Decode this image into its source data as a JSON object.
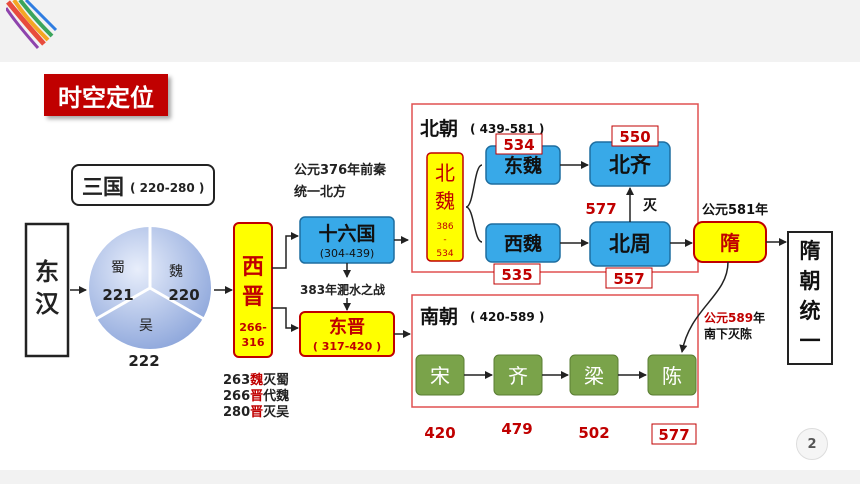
{
  "title": "时空定位",
  "page_number": "2",
  "colors": {
    "accent_red": "#c00000",
    "yellow": "#ffff00",
    "blue": "#38a9e8",
    "green": "#7aa34a",
    "pie": "#9db3e0"
  },
  "donghan": [
    "东",
    "汉"
  ],
  "sanguo": {
    "label": "三国",
    "years": "( 220-280 )"
  },
  "pie": {
    "shu": {
      "name": "蜀",
      "year": "221"
    },
    "wei": {
      "name": "魏",
      "year": "220"
    },
    "wu": {
      "name": "吴",
      "year": "222"
    }
  },
  "xijin": {
    "label": [
      "西",
      "晋"
    ],
    "years": [
      "266-",
      "316"
    ]
  },
  "notes_left": [
    {
      "pre": "263",
      "hl": "魏",
      "post": "灭蜀"
    },
    {
      "pre": "266",
      "hl": "晋",
      "post": "代魏"
    },
    {
      "pre": "280",
      "hl": "晋",
      "post": "灭吴"
    }
  ],
  "sixteen": {
    "label": "十六国",
    "years": "(304-439)"
  },
  "dongjin": {
    "label": "东晋",
    "years": "( 317-420 )"
  },
  "qin_note": [
    "公元376年前秦",
    "统一北方"
  ],
  "feishui": "383年淝水之战",
  "beichao": {
    "label": "北朝",
    "years": "( 439-581 )"
  },
  "beiwei": {
    "label": [
      "北",
      "魏"
    ],
    "years": [
      "386",
      "-",
      "534"
    ]
  },
  "dongwei": "东魏",
  "xiwei": "西魏",
  "beiqi": "北齐",
  "beizhou": "北周",
  "mie": "灭",
  "year_534": "534",
  "year_535": "535",
  "year_550": "550",
  "year_557": "557",
  "year_577": "577",
  "nanchao": {
    "label": "南朝",
    "years": "( 420-589 )"
  },
  "south_dynasties": [
    "宋",
    "齐",
    "梁",
    "陈"
  ],
  "south_years": [
    "420",
    "479",
    "502",
    "577"
  ],
  "sui": "隋",
  "sui_note": "公元581年",
  "sui_unify": [
    "隋",
    "朝",
    "统",
    "一"
  ],
  "nan_note": {
    "line1_red": "公元589",
    "line1_black": "年",
    "line2": "南下灭陈"
  }
}
